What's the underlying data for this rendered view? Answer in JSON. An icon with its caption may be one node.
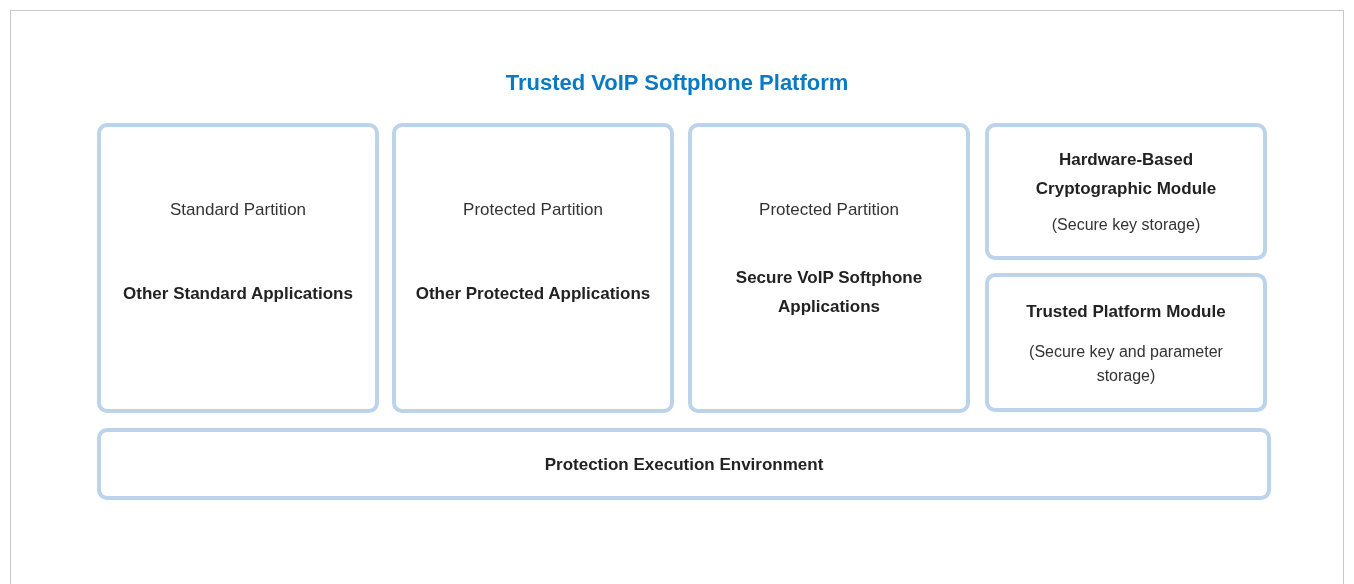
{
  "diagram": {
    "title": "Trusted VoIP Softphone Platform",
    "nodes": [
      {
        "text": [
          "Standard Partition",
          "Other Standard Applications"
        ]
      },
      {
        "text": [
          "Protected Partition",
          "Other Protected Applications"
        ]
      },
      {
        "text": [
          "Protected Partition",
          "Secure VoIP Softphone Applications"
        ]
      },
      {
        "text": [
          "Hardware-Based Cryptographic Module",
          "(Secure key storage)"
        ]
      },
      {
        "text": [
          "Trusted Platform Module",
          "(Secure key and parameter storage)"
        ]
      },
      {
        "text": [
          "Protection Execution Environment"
        ]
      }
    ],
    "edges": []
  }
}
